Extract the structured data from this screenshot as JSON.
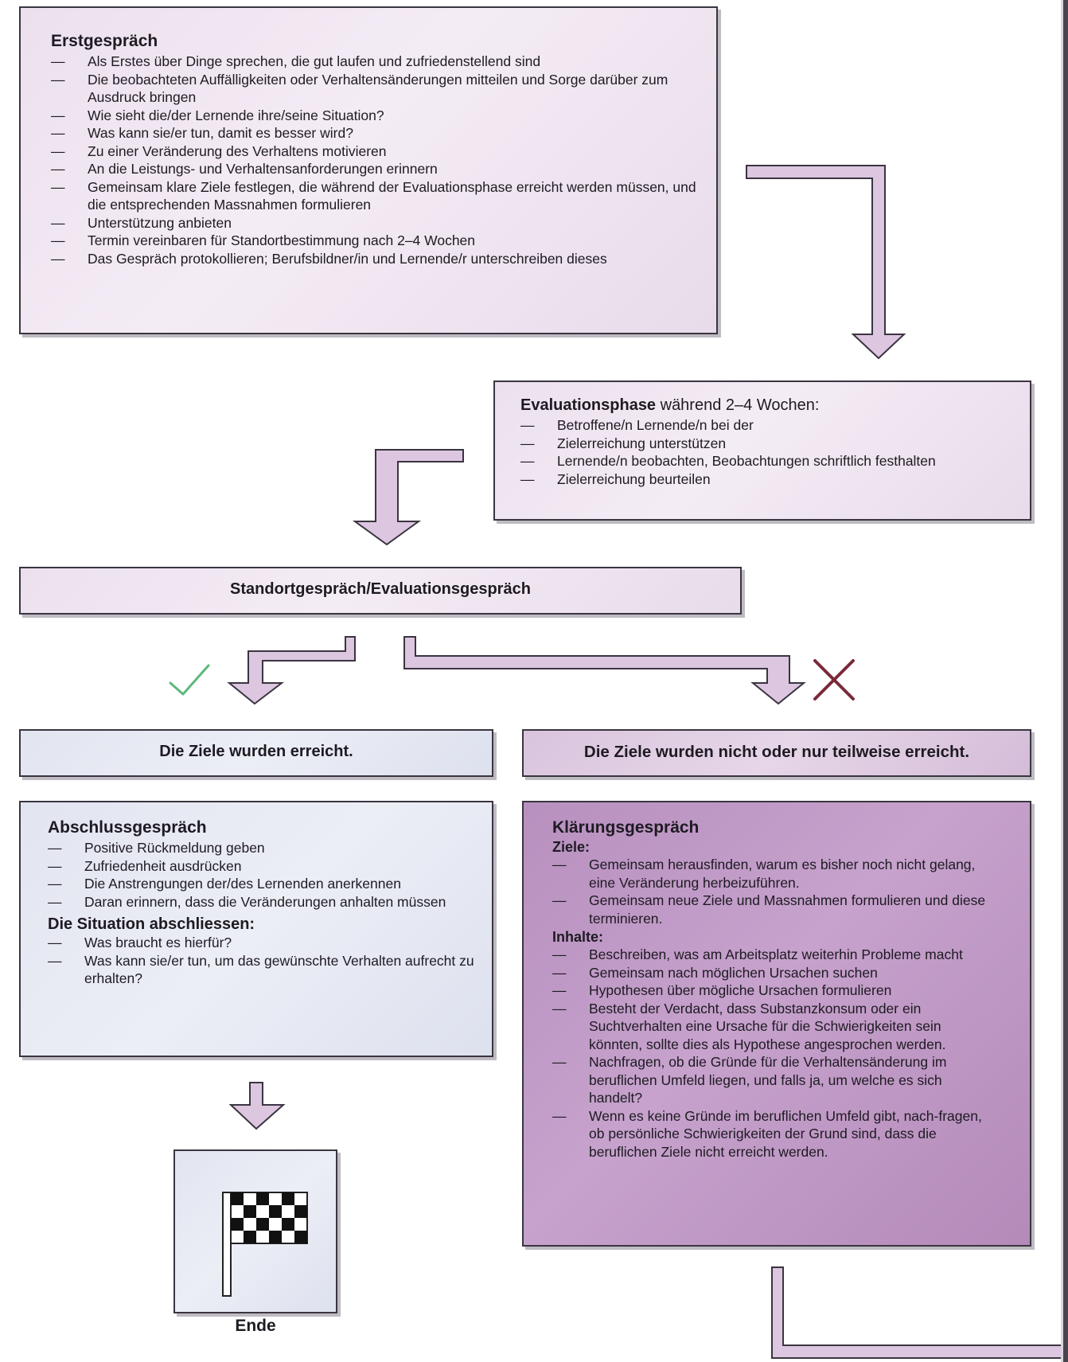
{
  "erstgespraech": {
    "title": "Erstgespräch",
    "items": [
      "Als Erstes über Dinge sprechen, die gut laufen und zufriedenstellend sind",
      "Die beobachteten Auffälligkeiten oder Verhaltensänderungen mitteilen und Sorge darüber zum Ausdruck bringen",
      "Wie sieht die/der Lernende ihre/seine Situation?",
      "Was kann sie/er tun, damit es besser wird?",
      "Zu einer Veränderung des Verhaltens motivieren",
      "An die Leistungs- und Verhaltensanforderungen erinnern",
      "Gemeinsam klare Ziele festlegen, die während der Evaluationsphase erreicht werden müssen, und die entsprechenden Massnahmen formulieren",
      "Unterstützung anbieten",
      "Termin vereinbaren für Standortbestimmung nach 2–4 Wochen",
      "Das Gespräch protokollieren; Berufsbildner/in und Lernende/r unterschreiben dieses"
    ]
  },
  "evaluationsphase": {
    "title_bold": "Evaluationsphase",
    "title_rest": " während 2–4 Wochen:",
    "items": [
      "Betroffene/n Lernende/n bei der",
      "Zielerreichung unterstützen",
      "Lernende/n beobachten, Beobachtungen schriftlich festhalten",
      "Zielerreichung beurteilen"
    ]
  },
  "standortgespraech": {
    "label": "Standortgespräch/Evaluationsgespräch"
  },
  "outcome_yes": {
    "label": "Die Ziele wurden erreicht."
  },
  "outcome_no": {
    "label": "Die Ziele wurden nicht oder nur teilweise erreicht."
  },
  "abschlussgespraech": {
    "title": "Abschlussgespräch",
    "items": [
      "Positive Rückmeldung geben",
      "Zufriedenheit ausdrücken",
      "Die Anstrengungen der/des Lernenden anerkennen",
      "Daran erinnern, dass die Veränderungen anhalten müssen"
    ],
    "sub_title": "Die Situation abschliessen:",
    "sub_items": [
      "Was braucht es hierfür?",
      "Was kann sie/er tun, um das gewünschte Verhalten aufrecht zu erhalten?"
    ]
  },
  "klaerungsgespraech": {
    "title": "Klärungsgespräch",
    "ziele_label": "Ziele:",
    "ziele": [
      "Gemeinsam herausfinden, warum es bisher noch nicht gelang, eine Veränderung herbeizuführen.",
      "Gemeinsam neue Ziele und Massnahmen formulieren und diese terminieren."
    ],
    "inhalte_label": "Inhalte:",
    "inhalte": [
      "Beschreiben, was am Arbeitsplatz weiterhin Probleme macht",
      "Gemeinsam nach möglichen Ursachen suchen",
      "Hypothesen über mögliche Ursachen formulieren",
      "Besteht der Verdacht, dass Substanzkonsum oder ein Suchtverhalten eine Ursache für die Schwierigkeiten sein könnten, sollte dies als Hypothese angesprochen werden.",
      "Nachfragen, ob die Gründe für die Verhaltensänderung im beruflichen Umfeld liegen, und falls ja, um welche es sich handelt?",
      "Wenn es keine Gründe im beruflichen Umfeld gibt, nach-fragen, ob persönliche Schwierigkeiten der Grund sind, dass die beruflichen Ziele nicht erreicht werden."
    ]
  },
  "ende": {
    "label": "Ende"
  },
  "icons": {
    "check": "check-icon",
    "cross": "cross-icon",
    "flag": "checkered-flag-icon"
  },
  "colors": {
    "check": "#5cb87a",
    "cross": "#7a2a3a",
    "arrow_fill": "#dcc6e0",
    "arrow_stroke": "#3a3540"
  }
}
